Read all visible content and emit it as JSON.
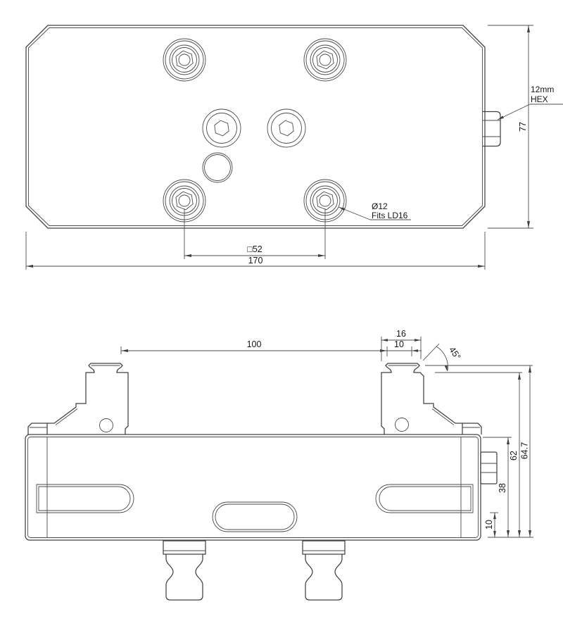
{
  "drawing": {
    "top_view": {
      "dim_width": "170",
      "dim_bolt_square": "□52",
      "dim_height": "77",
      "hex_label_line1": "12mm",
      "hex_label_line2": "HEX",
      "bore_label_line1": "Ø12",
      "bore_label_line2": "Fits LD16"
    },
    "side_view": {
      "dim_jaw_span": "100",
      "dim_jaw_width": "16",
      "dim_boss_width": "10",
      "dim_chamfer_angle": "45°",
      "dim_total_height": "64.7",
      "dim_jaw_top_height": "62",
      "dim_body_height": "38",
      "dim_slot_offset": "10"
    },
    "colors": {
      "part_line": "#404040",
      "dimension_line": "#4f4f4f",
      "text": "#161616",
      "background": "#ffffff"
    }
  }
}
